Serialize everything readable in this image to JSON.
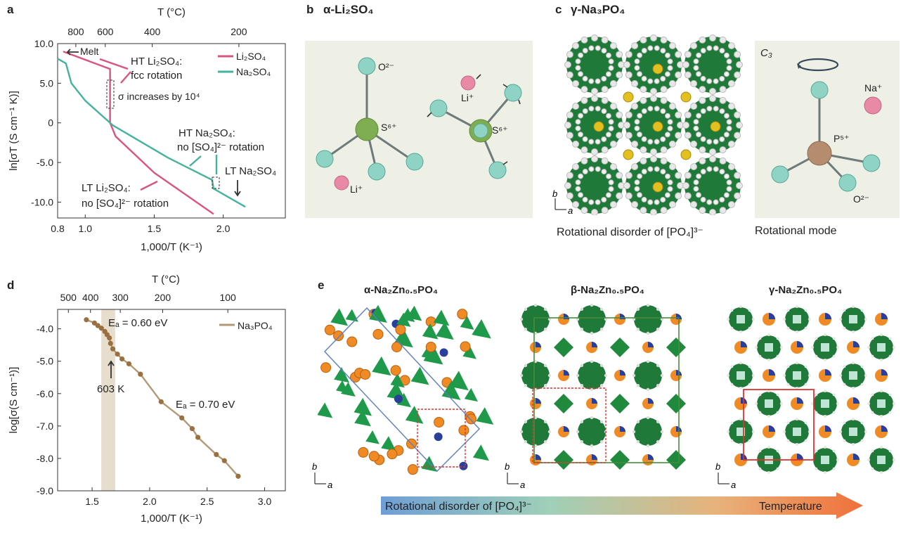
{
  "panels": {
    "a": {
      "letter": "a",
      "top_axis_label": "T (°C)",
      "top_ticks": [
        "800",
        "600",
        "400",
        "200"
      ],
      "ylabel": "ln[σT (S cm⁻¹ K)]",
      "xlabel": "1,000/T (K⁻¹)",
      "ann_melt": "Melt",
      "ann_ht_li": "HT Li₂SO₄:",
      "ann_fcc": "fcc rotation",
      "ann_sigma": "σ increases by 10⁴",
      "ann_ht_na1": "HT Na₂SO₄:",
      "ann_ht_na2": "no [SO₄]²⁻ rotation",
      "ann_lt_na": "LT Na₂SO₄",
      "ann_lt_li1": "LT Li₂SO₄:",
      "ann_lt_li2": "no [SO₄]²⁻ rotation"
    },
    "b": {
      "letter": "b",
      "title": "α-Li₂SO₄",
      "o_label": "O²⁻",
      "s_label": "S⁶⁺",
      "li_label": "Li⁺",
      "li_label2": "Li⁺",
      "s_label2": "S⁶⁺"
    },
    "c": {
      "letter": "c",
      "title": "γ-Na₃PO₄",
      "caption_left": "Rotational disorder of [PO₄]³⁻",
      "caption_right": "Rotational mode",
      "c3_label": "C₃",
      "na_label": "Na⁺",
      "p_label": "P⁵⁺",
      "o_label": "O²⁻",
      "axis_b": "b",
      "axis_a": "a"
    },
    "d": {
      "letter": "d",
      "top_axis_label": "T (°C)",
      "top_ticks": [
        "500",
        "400",
        "300",
        "200",
        "100"
      ],
      "ylabel": "log[σ(S cm⁻¹)]",
      "xlabel": "1,000/T (K⁻¹)",
      "ann_ea1": "Eₐ = 0.60 eV",
      "ann_ea2": "Eₐ = 0.70 eV",
      "ann_603": "603 K"
    },
    "e": {
      "letter": "e",
      "title_alpha": "α-Na₂Zn₀.₅PO₄",
      "title_beta": "β-Na₂Zn₀.₅PO₄",
      "title_gamma": "γ-Na₂Zn₀.₅PO₄",
      "arrow_left": "Rotational disorder of [PO₄]³⁻",
      "arrow_right": "Temperature",
      "axis_b": "b",
      "axis_a": "a"
    }
  },
  "colors": {
    "li": "#d9547f",
    "na": "#45b29d",
    "na3po4": "#b09a78",
    "na3po4_dot": "#9a7040",
    "atom_o": "#8fd3c4",
    "atom_s": "#7fae52",
    "atom_li": "#e88aa5",
    "atom_p": "#b58c6e",
    "green_oct": "#1f7a3a",
    "orange": "#f08a24",
    "blue": "#2a3f9a"
  },
  "chart_data": [
    {
      "panel": "a",
      "type": "line",
      "xlabel": "1,000/T (K⁻¹)",
      "ylabel": "ln[σT (S cm⁻¹ K)]",
      "top_axis_label": "T (°C)",
      "xlim": [
        0.8,
        2.45
      ],
      "ylim": [
        -12,
        10
      ],
      "xticks": [
        0.8,
        1.0,
        1.5,
        2.0
      ],
      "yticks": [
        10.0,
        5.0,
        0,
        -5.0,
        -10.0
      ],
      "ytick_labels": [
        "10.0",
        "5.0",
        "0",
        "-5.0",
        "-10.0"
      ],
      "grid": false,
      "legend": "top-right",
      "series": [
        {
          "name": "Li₂SO₄",
          "x": [
            0.84,
            1.18,
            1.18,
            1.22,
            1.5,
            1.93
          ],
          "y": [
            9.0,
            6.8,
            0,
            -1.7,
            -6.3,
            -11.5
          ]
        },
        {
          "name": "Na₂SO₄",
          "x": [
            0.8,
            0.86,
            0.9,
            1.0,
            1.2,
            1.6,
            1.92,
            1.93,
            2.16
          ],
          "y": [
            8.1,
            7.5,
            5.0,
            2.8,
            -0.3,
            -4.4,
            -7.2,
            -8.3,
            -10.6
          ]
        }
      ]
    },
    {
      "panel": "d",
      "type": "line",
      "xlabel": "1,000/T (K⁻¹)",
      "ylabel": "log[σ(S cm⁻¹)]",
      "top_axis_label": "T (°C)",
      "xlim": [
        1.2,
        3.18
      ],
      "ylim": [
        -9.0,
        -3.4
      ],
      "xticks": [
        1.5,
        2.0,
        2.5,
        3.0
      ],
      "yticks": [
        -4.0,
        -5.0,
        -6.0,
        -7.0,
        -8.0,
        -9.0
      ],
      "ytick_labels": [
        "-4.0",
        "-5.0",
        "-6.0",
        "-7.0",
        "-8.0",
        "-9.0"
      ],
      "grid": false,
      "legend": "top-right",
      "series": [
        {
          "name": "Na₃PO₄",
          "x": [
            1.45,
            1.52,
            1.55,
            1.58,
            1.61,
            1.63,
            1.65,
            1.66,
            1.68,
            1.72,
            1.76,
            1.82,
            1.92,
            2.1,
            2.28,
            2.37,
            2.42,
            2.58,
            2.65,
            2.77
          ],
          "y": [
            -3.72,
            -3.82,
            -3.9,
            -3.98,
            -4.08,
            -4.18,
            -4.28,
            -4.45,
            -4.62,
            -4.78,
            -4.93,
            -5.08,
            -5.4,
            -6.25,
            -6.75,
            -7.08,
            -7.35,
            -7.88,
            -8.07,
            -8.55
          ]
        }
      ]
    }
  ]
}
